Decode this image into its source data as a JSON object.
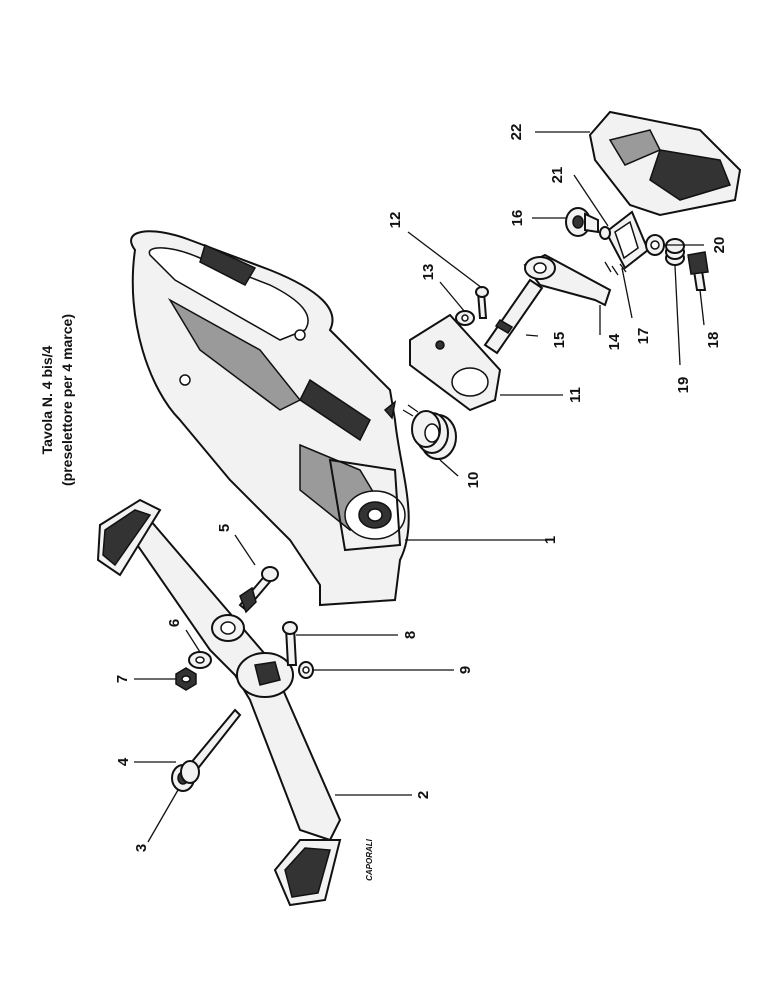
{
  "title": {
    "line1": "Tavola N. 4 bis/4",
    "line2": "(preselettore per 4 marce)"
  },
  "signature": "CAPORALI",
  "callouts": [
    "1",
    "2",
    "3",
    "4",
    "5",
    "6",
    "7",
    "8",
    "9",
    "10",
    "11",
    "12",
    "13",
    "14",
    "15",
    "16",
    "17",
    "18",
    "19",
    "20",
    "21",
    "22"
  ]
}
